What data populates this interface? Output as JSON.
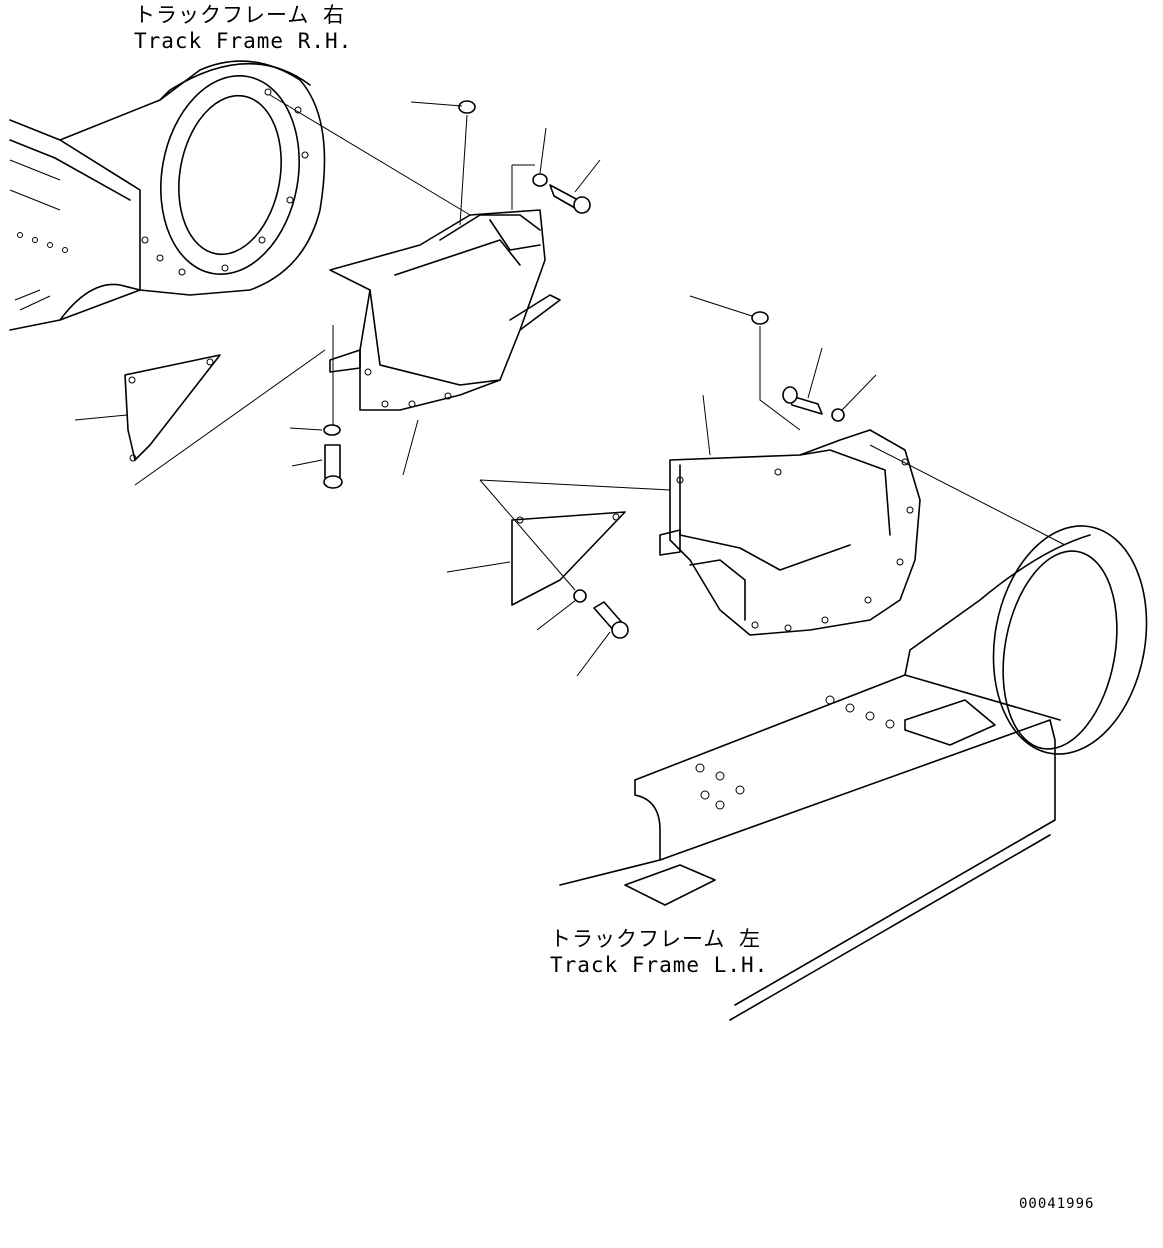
{
  "labels": {
    "track_frame_rh_jp": "トラックフレーム 右",
    "track_frame_rh_en": "Track Frame R.H.",
    "track_frame_lh_jp": "トラックフレーム 左",
    "track_frame_lh_en": "Track Frame L.H."
  },
  "document_number": "00041996",
  "colors": {
    "line": "#000000",
    "background": "#ffffff"
  }
}
